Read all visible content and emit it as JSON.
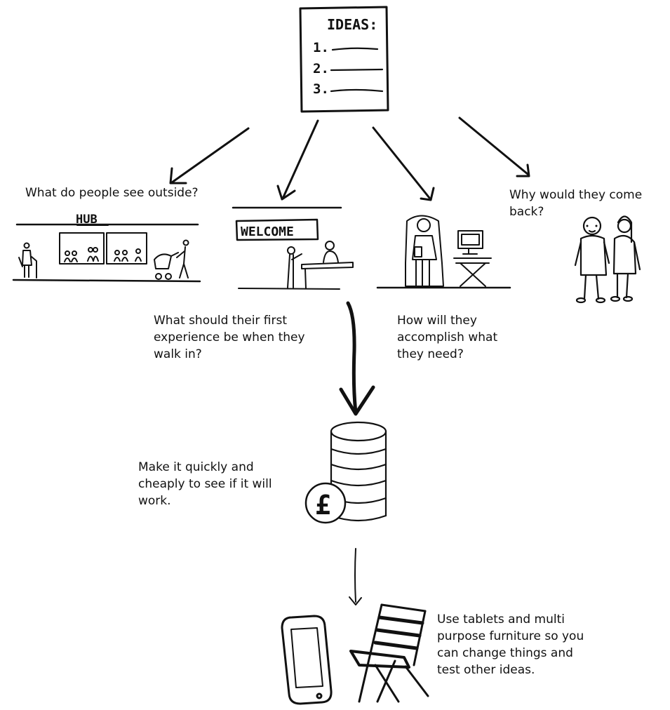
{
  "ideas_card": {
    "title": "IDEAS:",
    "items": [
      "1.",
      "2.",
      "3."
    ]
  },
  "sketch_labels": {
    "hub": "HUB",
    "welcome": "WELCOME",
    "currency": "£"
  },
  "captions": {
    "outside": "What do people see outside?",
    "first_experience": "What should their first experience be when they walk in?",
    "accomplish": "How will they accomplish what they need?",
    "come_back": "Why would they come back?",
    "prototype": "Make it quickly and cheaply to see if it will work.",
    "flexible": "Use tablets and multi purpose furniture so you can change things and test other ideas."
  }
}
